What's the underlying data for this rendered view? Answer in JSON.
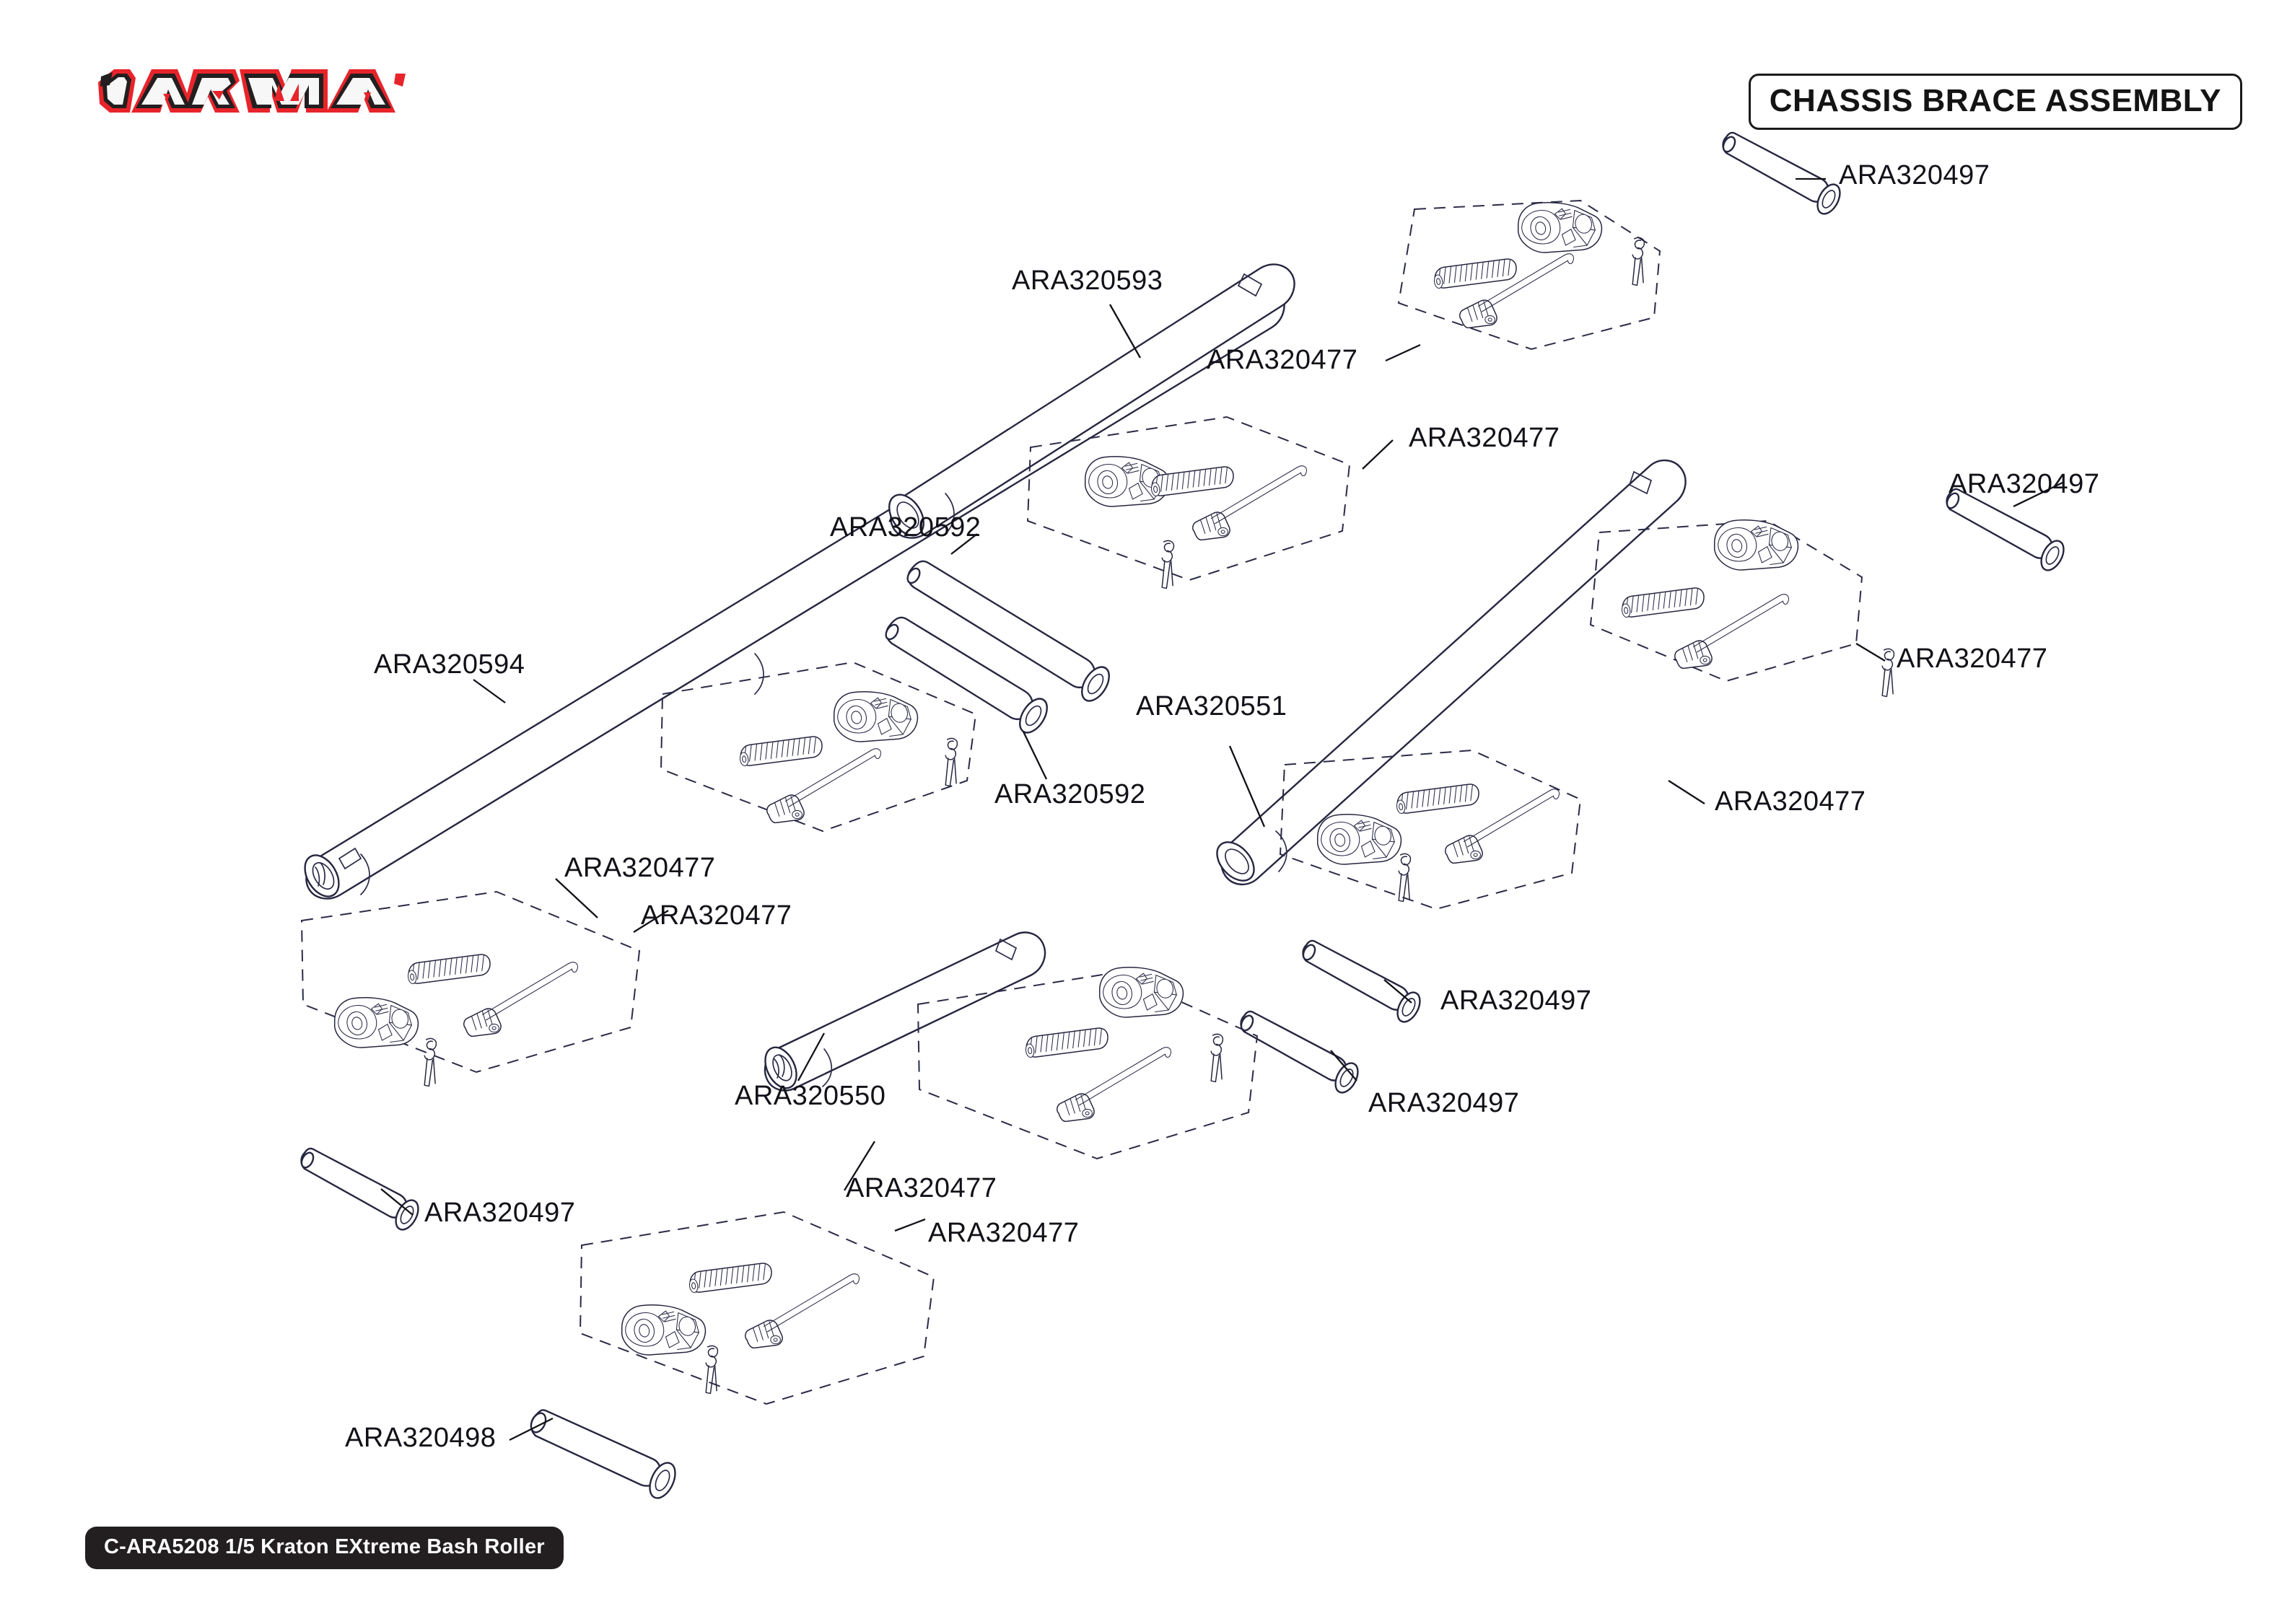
{
  "sheet": {
    "title": "CHASSIS BRACE ASSEMBLY",
    "footer": "C-ARA5208 1/5 Kraton EXtreme Bash Roller",
    "brand": "ARRMA",
    "brand_colors": {
      "red": "#e8242b",
      "dark": "#231f20",
      "line": "#262640"
    }
  },
  "callouts": [
    {
      "id": "c1",
      "part": "ARA320497"
    },
    {
      "id": "c2",
      "part": "ARA320593"
    },
    {
      "id": "c3",
      "part": "ARA320477"
    },
    {
      "id": "c4",
      "part": "ARA320477"
    },
    {
      "id": "c5",
      "part": "ARA320497"
    },
    {
      "id": "c6",
      "part": "ARA320592"
    },
    {
      "id": "c7",
      "part": "ARA320594"
    },
    {
      "id": "c8",
      "part": "ARA320551"
    },
    {
      "id": "c9",
      "part": "ARA320592"
    },
    {
      "id": "c10",
      "part": "ARA320477"
    },
    {
      "id": "c11",
      "part": "ARA320477"
    },
    {
      "id": "c12",
      "part": "ARA320477"
    },
    {
      "id": "c13",
      "part": "ARA320477"
    },
    {
      "id": "c14",
      "part": "ARA320550"
    },
    {
      "id": "c15",
      "part": "ARA320497"
    },
    {
      "id": "c16",
      "part": "ARA320497"
    },
    {
      "id": "c17",
      "part": "ARA320497"
    },
    {
      "id": "c18",
      "part": "ARA320477"
    },
    {
      "id": "c19",
      "part": "ARA320477"
    },
    {
      "id": "c20",
      "part": "ARA320498"
    }
  ],
  "parts_summary": {
    "tubes": [
      "ARA320593",
      "ARA320594",
      "ARA320551",
      "ARA320550"
    ],
    "pins_long": [
      "ARA320592",
      "ARA320498"
    ],
    "pins_short": [
      "ARA320497"
    ],
    "rod_end_kits": [
      "ARA320477"
    ]
  }
}
